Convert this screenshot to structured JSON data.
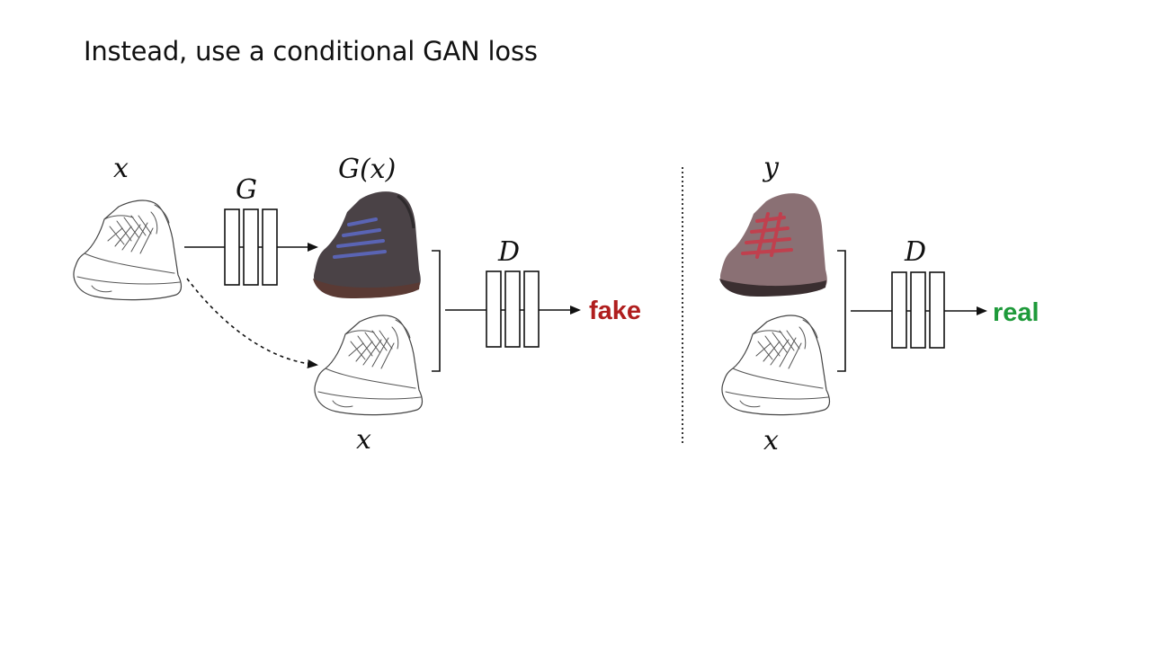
{
  "slide": {
    "title": "Instead, use a conditional GAN loss"
  },
  "diagram": {
    "fake_branch": {
      "input_label": "x",
      "generator_label": "G",
      "generated_label": "G(x)",
      "condition_label": "x",
      "discriminator_label": "D",
      "output_label": "fake",
      "output_color": "#b01e1e"
    },
    "real_branch": {
      "target_label": "y",
      "condition_label": "x",
      "discriminator_label": "D",
      "output_label": "real",
      "output_color": "#1e9a3a"
    },
    "colors": {
      "generated_shoe_body": "#4a4246",
      "generated_shoe_sole": "#5a3a34",
      "generated_shoe_laces": "#5a64b4",
      "real_shoe_body": "#8a7074",
      "real_shoe_laces": "#c0404e",
      "real_shoe_sole": "#3a2e30"
    }
  }
}
